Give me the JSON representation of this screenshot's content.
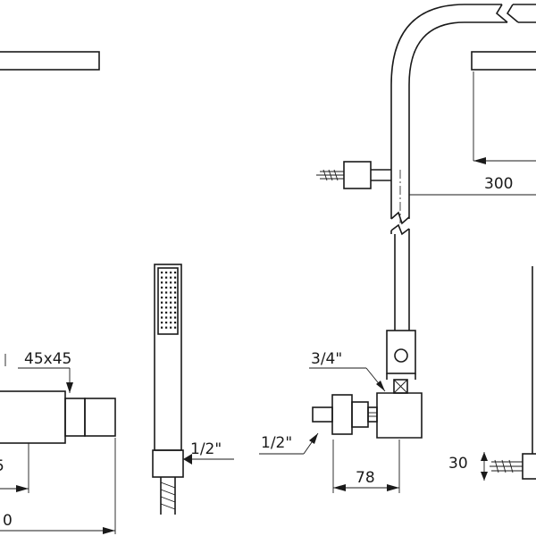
{
  "dimensions": {
    "arm_length": "300",
    "square_section": "45x45",
    "fitting_thread": "3/4\"",
    "inlet_thread": "1/2\"",
    "hose_thread": "1/2\"",
    "offset": "78",
    "wall_gap": "30",
    "partial_left_value": "5",
    "partial_bottom_value": "0"
  },
  "colors": {
    "line": "#1a1a1a",
    "background": "#ffffff"
  }
}
